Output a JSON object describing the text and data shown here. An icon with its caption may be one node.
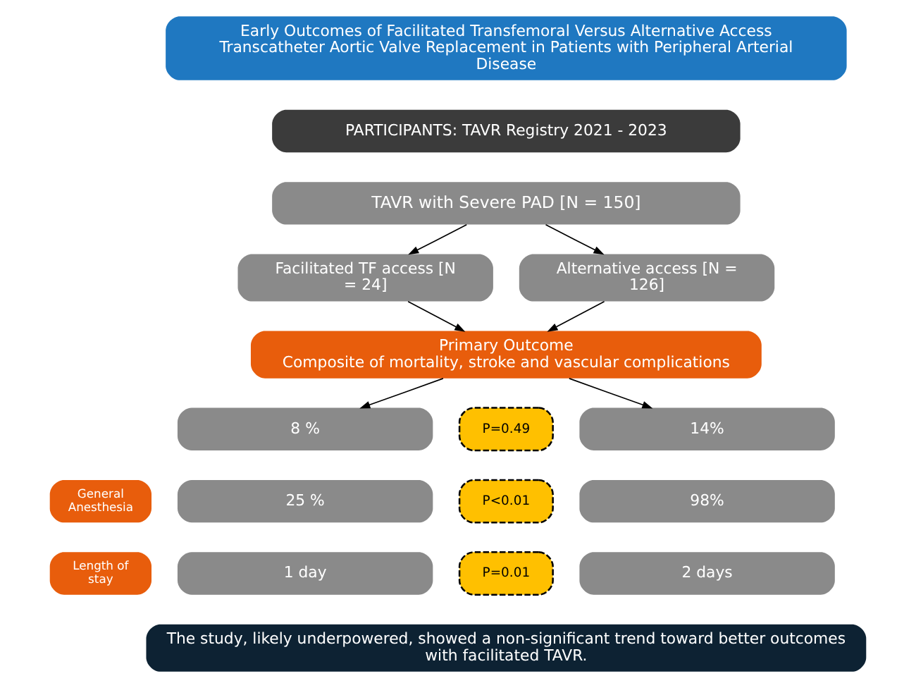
{
  "diagram": {
    "nodes": [
      {
        "text": [
          "Early Outcomes of Facilitated Transfemoral Versus Alternative Access Transcatheter Aortic Valve Replacement in Patients with Peripheral Arterial Disease"
        ]
      },
      {
        "text": [
          "PARTICIPANTS: TAVR Registry 2021 - 2023"
        ]
      },
      {
        "text": [
          "TAVR with Severe PAD [N = 150]"
        ]
      },
      {
        "text": [
          "Facilitated TF access [N = 24]"
        ]
      },
      {
        "text": [
          "Alternative access [N = 126]"
        ]
      },
      {
        "text": [
          "Primary Outcome",
          "Composite of mortality, stroke and vascular complications"
        ]
      },
      {
        "text": [
          "8 %"
        ]
      },
      {
        "text": [
          "P=0.49"
        ]
      },
      {
        "text": [
          "14%"
        ]
      },
      {
        "text": [
          "General Anesthesia"
        ]
      },
      {
        "text": [
          "25 %"
        ]
      },
      {
        "text": [
          "P<0.01"
        ]
      },
      {
        "text": [
          "98%"
        ]
      },
      {
        "text": [
          "Length of stay"
        ]
      },
      {
        "text": [
          "1 day"
        ]
      },
      {
        "text": [
          "P=0.01"
        ]
      },
      {
        "text": [
          "2 days"
        ]
      },
      {
        "text": [
          "The study, likely underpowered, showed a non-significant trend toward better outcomes with facilitated TAVR."
        ]
      }
    ],
    "edges": [
      {
        "from": 2,
        "to": 3,
        "arrow": "to"
      },
      {
        "from": 2,
        "to": 4,
        "arrow": "to"
      },
      {
        "from": 3,
        "to": 5,
        "arrow": "to"
      },
      {
        "from": 4,
        "to": 5,
        "arrow": "to"
      },
      {
        "from": 5,
        "to": 6,
        "arrow": "to"
      },
      {
        "from": 5,
        "to": 8,
        "arrow": "to"
      }
    ]
  }
}
